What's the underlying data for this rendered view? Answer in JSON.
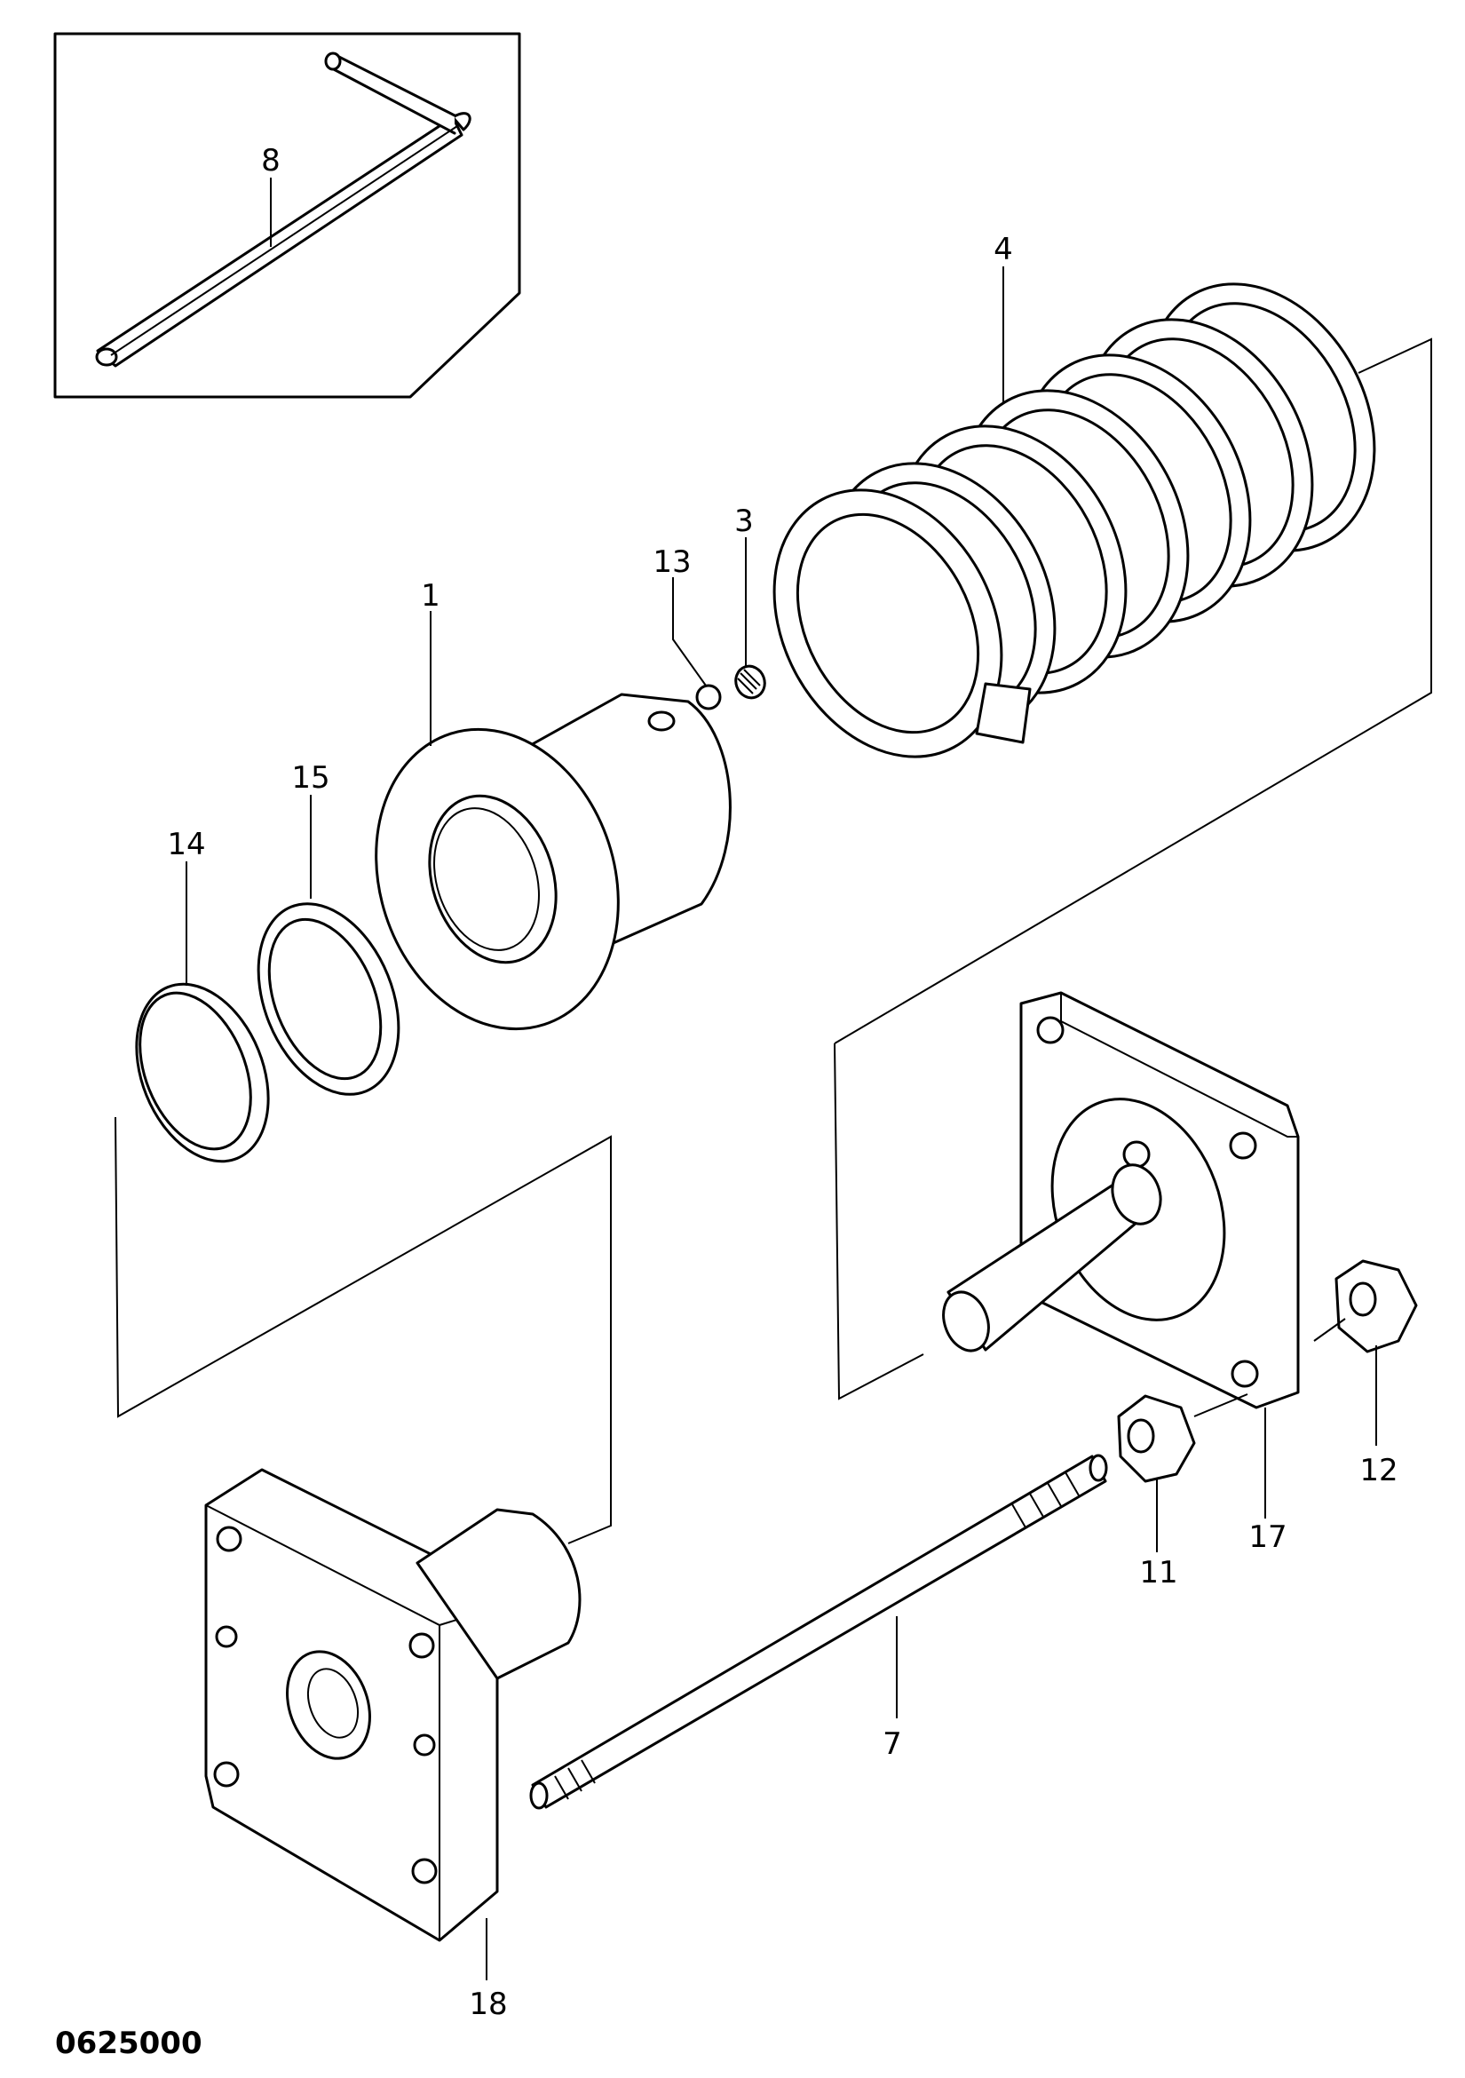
{
  "drawing_code": "0625000",
  "colors": {
    "ink": "#000000",
    "paper": "#ffffff"
  },
  "callouts": {
    "p1": "1",
    "p3": "3",
    "p4": "4",
    "p7": "7",
    "p8": "8",
    "p11": "11",
    "p12": "12",
    "p13": "13",
    "p14": "14",
    "p15": "15",
    "p17": "17",
    "p18": "18"
  }
}
